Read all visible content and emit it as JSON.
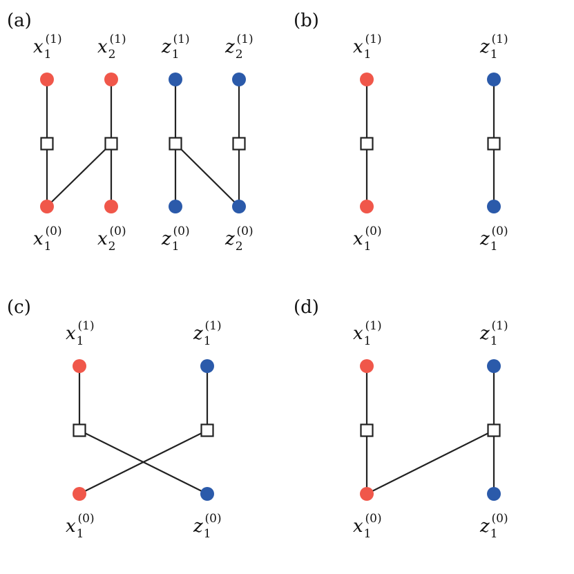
{
  "colors": {
    "x_node": "#f0574a",
    "z_node": "#2b5aaa",
    "edge": "#222222",
    "factor": "#ffffff"
  },
  "panels": [
    {
      "label": "(a)",
      "nodes": [
        {
          "id": "x1_1",
          "var": "x",
          "sub": "1",
          "sup": "(1)",
          "kind": "x"
        },
        {
          "id": "x2_1",
          "var": "x",
          "sub": "2",
          "sup": "(1)",
          "kind": "x"
        },
        {
          "id": "z1_1",
          "var": "z",
          "sub": "1",
          "sup": "(1)",
          "kind": "z"
        },
        {
          "id": "z2_1",
          "var": "z",
          "sub": "2",
          "sup": "(1)",
          "kind": "z"
        },
        {
          "id": "x1_0",
          "var": "x",
          "sub": "1",
          "sup": "(0)",
          "kind": "x"
        },
        {
          "id": "x2_0",
          "var": "x",
          "sub": "2",
          "sup": "(0)",
          "kind": "x"
        },
        {
          "id": "z1_0",
          "var": "z",
          "sub": "1",
          "sup": "(0)",
          "kind": "z"
        },
        {
          "id": "z2_0",
          "var": "z",
          "sub": "2",
          "sup": "(0)",
          "kind": "z"
        }
      ]
    },
    {
      "label": "(b)",
      "nodes": [
        {
          "id": "x1_1",
          "var": "x",
          "sub": "1",
          "sup": "(1)",
          "kind": "x"
        },
        {
          "id": "z1_1",
          "var": "z",
          "sub": "1",
          "sup": "(1)",
          "kind": "z"
        },
        {
          "id": "x1_0",
          "var": "x",
          "sub": "1",
          "sup": "(0)",
          "kind": "x"
        },
        {
          "id": "z1_0",
          "var": "z",
          "sub": "1",
          "sup": "(0)",
          "kind": "z"
        }
      ]
    },
    {
      "label": "(c)",
      "nodes": [
        {
          "id": "x1_1",
          "var": "x",
          "sub": "1",
          "sup": "(1)",
          "kind": "x"
        },
        {
          "id": "z1_1",
          "var": "z",
          "sub": "1",
          "sup": "(1)",
          "kind": "z"
        },
        {
          "id": "x1_0",
          "var": "x",
          "sub": "1",
          "sup": "(0)",
          "kind": "x"
        },
        {
          "id": "z1_0",
          "var": "z",
          "sub": "1",
          "sup": "(0)",
          "kind": "z"
        }
      ]
    },
    {
      "label": "(d)",
      "nodes": [
        {
          "id": "x1_1",
          "var": "x",
          "sub": "1",
          "sup": "(1)",
          "kind": "x"
        },
        {
          "id": "z1_1",
          "var": "z",
          "sub": "1",
          "sup": "(1)",
          "kind": "z"
        },
        {
          "id": "x1_0",
          "var": "x",
          "sub": "1",
          "sup": "(0)",
          "kind": "x"
        },
        {
          "id": "z1_0",
          "var": "z",
          "sub": "1",
          "sup": "(0)",
          "kind": "z"
        }
      ]
    }
  ]
}
